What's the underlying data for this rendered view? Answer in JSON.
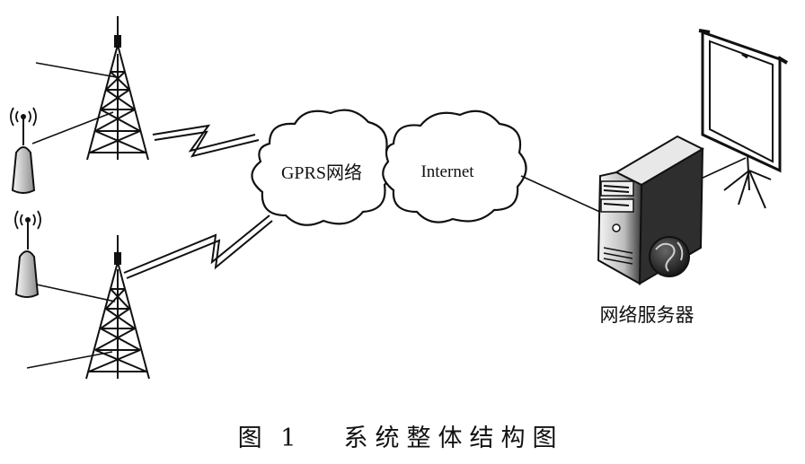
{
  "labels": {
    "gprs_network": "GPRS网络",
    "internet": "Internet",
    "web_server": "网络服务器"
  },
  "caption": {
    "figure_number": "图 1",
    "title": "系统整体结构图"
  },
  "colors": {
    "ink": "#111111",
    "background": "#ffffff"
  },
  "icons": [
    "cell-tower-icon",
    "wireless-terminal-icon",
    "cloud-icon",
    "server-icon",
    "globe-icon",
    "projection-screen-icon"
  ]
}
